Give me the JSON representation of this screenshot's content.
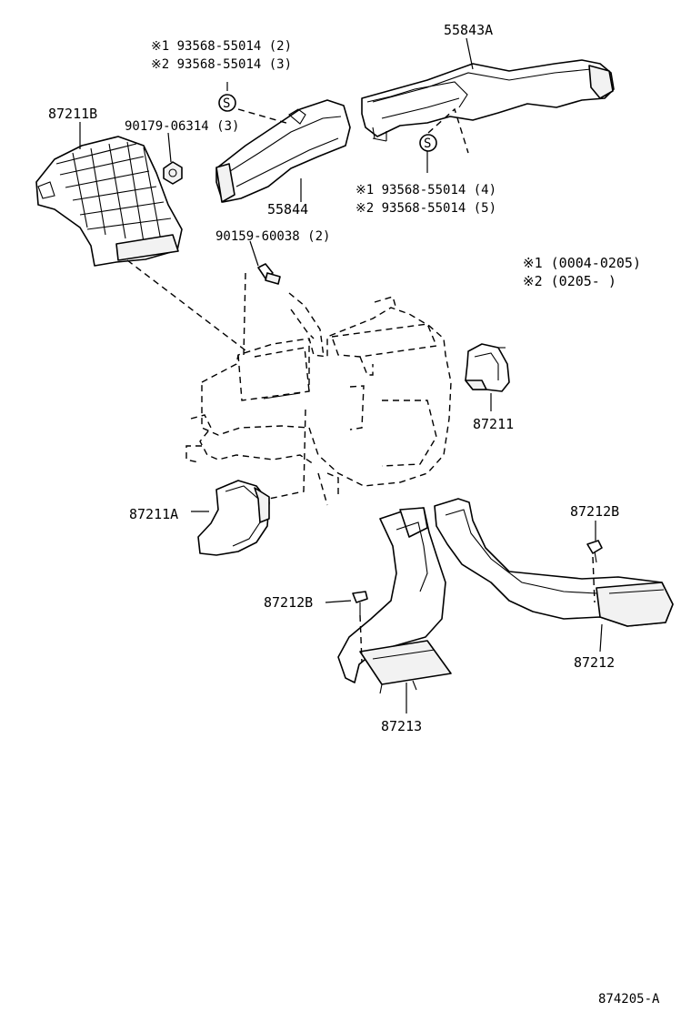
{
  "labels": {
    "p55843a": "55843A",
    "p55844": "55844",
    "p87211b": "87211B",
    "p90179": "90179-06314 (3)",
    "p90159": "90159-60038 (2)",
    "p87211": "87211",
    "p87211a": "87211A",
    "p87212b_right": "87212B",
    "p87212b_left": "87212B",
    "p87212": "87212",
    "p87213": "87213"
  },
  "notes_top": {
    "line1": "※1 93568-55014 (2)",
    "line2": "※2 93568-55014 (3)"
  },
  "notes_mid": {
    "line1": "※1 93568-55014 (4)",
    "line2": "※2 93568-55014 (5)"
  },
  "legend": {
    "line1": "※1  (0004-0205)",
    "line2": "※2  (0205-      )"
  },
  "screw_symbol": "S",
  "figure_id": "874205-A"
}
